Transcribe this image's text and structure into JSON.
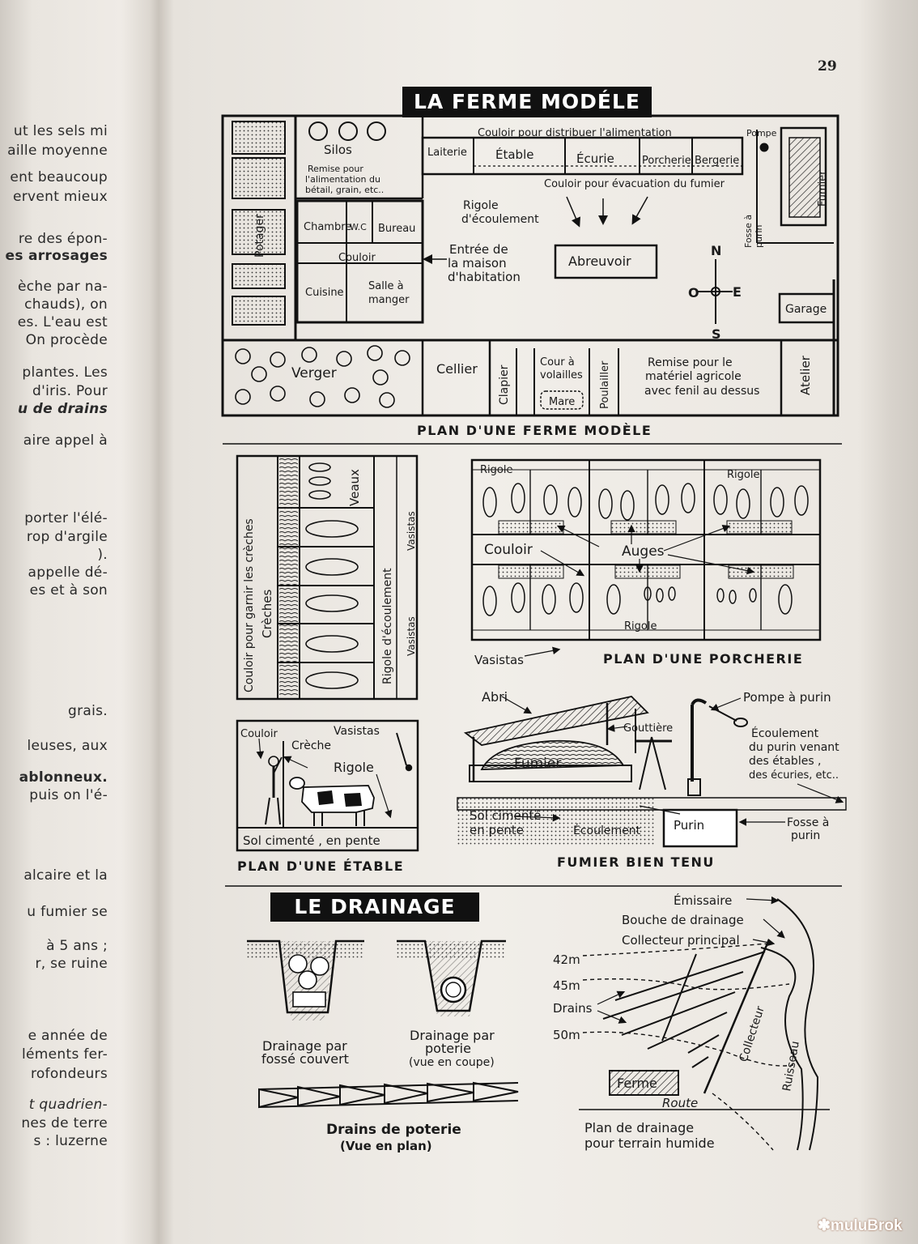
{
  "page_number": "29",
  "left_page_lines": [
    "ut les sels mi",
    "aille moyenne",
    "ent beaucoup",
    "ervent mieux",
    "re des épon-",
    "es arrosages",
    "èche par na-",
    "chauds), on",
    "es. L'eau est",
    "On procède",
    "plantes. Les",
    "d'iris. Pour",
    "u de drains",
    "aire appel à",
    "porter l'élé-",
    "rop d'argile",
    ").",
    "appelle dé-",
    "es et à son",
    "grais.",
    "leuses, aux",
    "ablonneux.",
    "puis on l'é-",
    "alcaire et la",
    "u fumier se",
    "à 5 ans ;",
    "r, se ruine",
    "e année de",
    "léments fer-",
    "rofondeurs",
    "t quadrien-",
    "nes de terre",
    "s : luzerne"
  ],
  "ferme": {
    "title": "LA FERME MODÉLE",
    "caption": "PLAN D'UNE FERME MODÈLE",
    "silos": "Silos",
    "remise_alim": [
      "Remise pour",
      "l'alimentation du",
      "bétail, grain, etc.."
    ],
    "potager": "Potager",
    "couloir_top": "Couloir pour distribuer l'alimentation",
    "rooms_row": [
      "Laiterie",
      "Étable",
      "Écurie",
      "Porcherie",
      "Bergerie"
    ],
    "couloir_evac": "Couloir pour évacuation du fumier",
    "pompe": "Pompe",
    "fumier": "Fumier",
    "fosse": [
      "Fosse à",
      "purin"
    ],
    "rigole": [
      "Rigole",
      "d'écoulement"
    ],
    "house": {
      "chambre": "Chambre",
      "wc": "W.C",
      "bureau": "Bureau",
      "couloir": "Couloir",
      "cuisine": "Cuisine",
      "salle": [
        "Salle à",
        "manger"
      ]
    },
    "entree": [
      "Entrée de",
      "la maison",
      "d'habitation"
    ],
    "abreuvoir": "Abreuvoir",
    "compass": {
      "n": "N",
      "s": "S",
      "e": "E",
      "o": "O"
    },
    "garage": "Garage",
    "atelier": "Atelier",
    "verger": "Verger",
    "cellier": "Cellier",
    "clapier": "Clapier",
    "cour": [
      "Cour à",
      "volailles"
    ],
    "mare": "Mare",
    "poulailler": "Poulailler",
    "remise_mat": [
      "Remise pour le",
      "matériel agricole",
      "avec fenil au dessus"
    ]
  },
  "etable_plan": {
    "couloir_creches": "Couloir pour garnir les crèches",
    "creches": "Crèches",
    "veaux": "Veaux",
    "rigole": "Rigole d'écoulement",
    "vasistas": "Vasistas"
  },
  "porcherie": {
    "caption": "PLAN D'UNE PORCHERIE",
    "rigole": "Rigole",
    "couloir": "Couloir",
    "auges": "Auges",
    "vasistas": "Vasistas"
  },
  "etable": {
    "caption": "PLAN D'UNE ÉTABLE",
    "couloir": "Couloir",
    "creche": "Crèche",
    "vasistas": "Vasistas",
    "rigole": "Rigole",
    "sol": "Sol cimenté , en pente"
  },
  "fumier": {
    "caption": "FUMIER BIEN TENU",
    "abri": "Abri",
    "pompe": "Pompe à purin",
    "gouttiere": "Gouttière",
    "fumier": "Fumier",
    "ecoulement_purin": [
      "Écoulement",
      "du purin venant",
      "des étables ,",
      "des écuries, etc.."
    ],
    "sol": [
      "Sol cimenté",
      "en pente"
    ],
    "ecoulement": "Écoulement",
    "purin": "Purin",
    "fosse": [
      "Fosse à",
      "purin"
    ]
  },
  "drainage": {
    "title": "LE DRAINAGE",
    "fosse_couvert": [
      "Drainage par",
      "fossé couvert"
    ],
    "poterie": [
      "Drainage par",
      "poterie",
      "(vue en coupe)"
    ],
    "drains_poterie": [
      "Drains de poterie",
      "(Vue en plan)"
    ],
    "emissaire": "Émissaire",
    "bouche": "Bouche de drainage",
    "collecteur_principal": "Collecteur principal",
    "levels": [
      "42m",
      "45m",
      "50m"
    ],
    "drains": "Drains",
    "collecteur": "Collecteur",
    "ruisseau": "Ruisseau",
    "ferme": "Ferme",
    "route": "Route",
    "plan_caption": [
      "Plan de drainage",
      "pour terrain humide"
    ]
  },
  "watermark": "✽muluBrok"
}
